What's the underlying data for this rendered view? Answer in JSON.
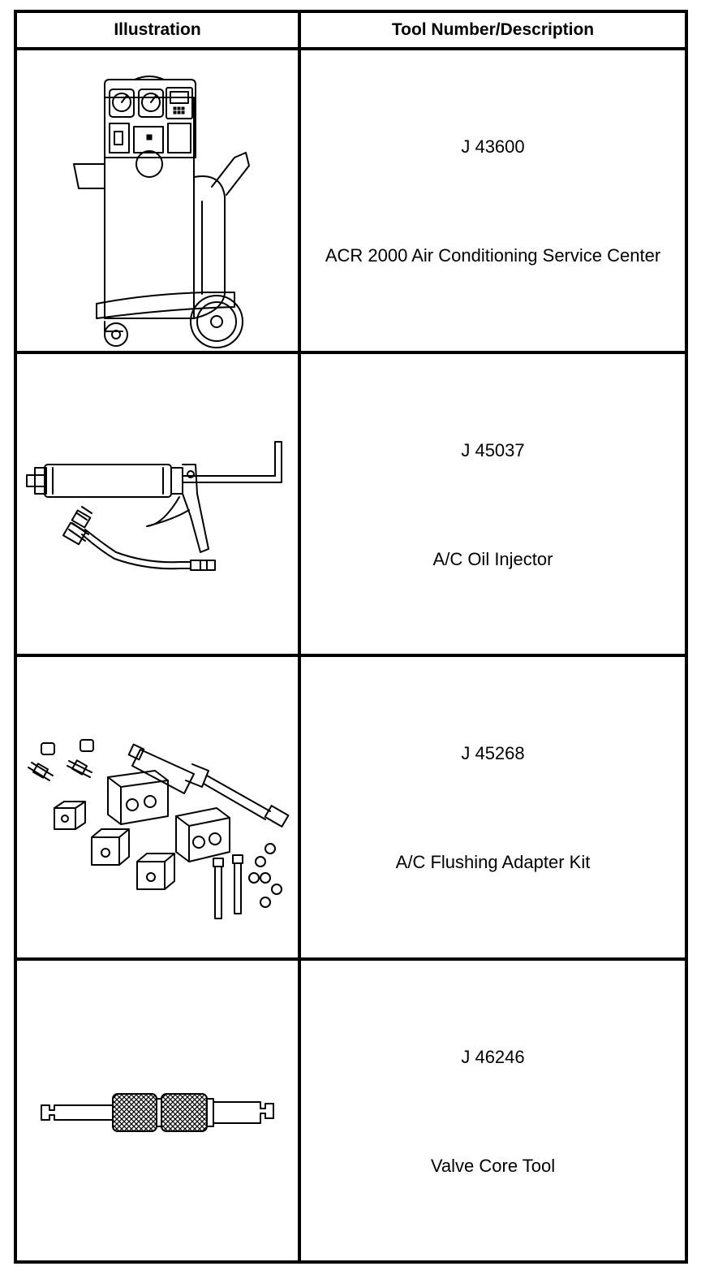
{
  "table": {
    "headers": {
      "illustration": "Illustration",
      "tool": "Tool Number/Description"
    },
    "rows": [
      {
        "tool_number": "J 43600",
        "description": "ACR 2000 Air Conditioning Service Center",
        "illustration": "acr-2000-service-center-image"
      },
      {
        "tool_number": "J 45037",
        "description": "A/C Oil Injector",
        "illustration": "oil-injector-image"
      },
      {
        "tool_number": "J 45268",
        "description": "A/C Flushing Adapter Kit",
        "illustration": "flushing-adapter-kit-image"
      },
      {
        "tool_number": "J 46246",
        "description": "Valve Core Tool",
        "illustration": "valve-core-tool-image"
      }
    ]
  }
}
